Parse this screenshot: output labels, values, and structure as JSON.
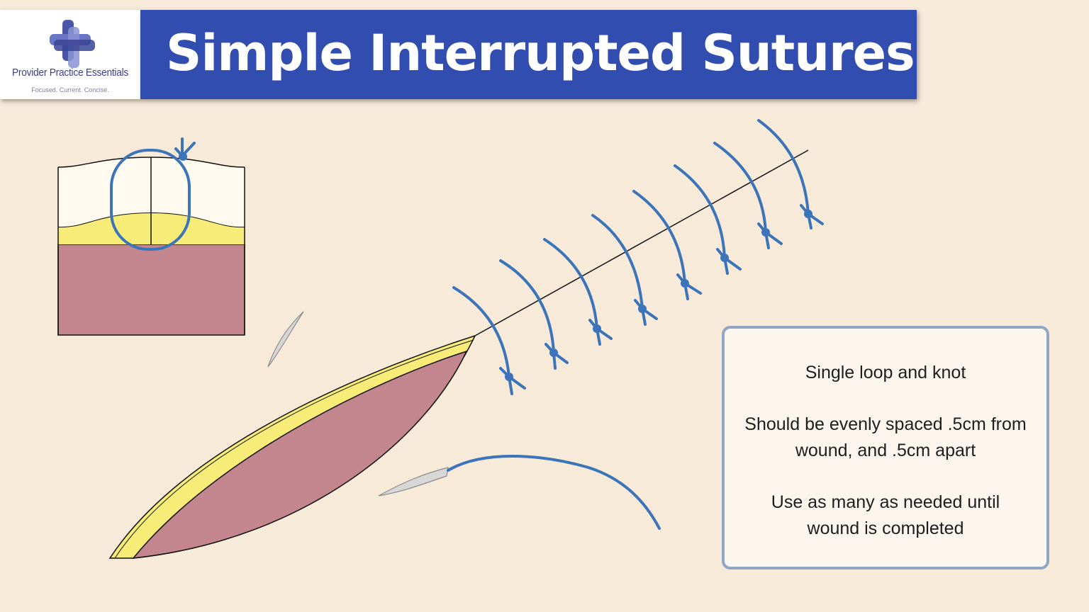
{
  "logo": {
    "name": "Provider Practice Essentials",
    "tagline": "Focused.  Current.  Concise."
  },
  "title": "Simple Interrupted Sutures",
  "notes": [
    "Single loop and knot",
    "Should be evenly spaced .5cm from wound, and .5cm apart",
    "Use as many as needed until wound is completed"
  ],
  "colors": {
    "background": "#f8ead8",
    "title_bar": "#324db0",
    "suture": "#3b74b9",
    "fat_layer": "#f8ec78",
    "tissue": "#c3868f",
    "needle": "#cfcfcf"
  }
}
